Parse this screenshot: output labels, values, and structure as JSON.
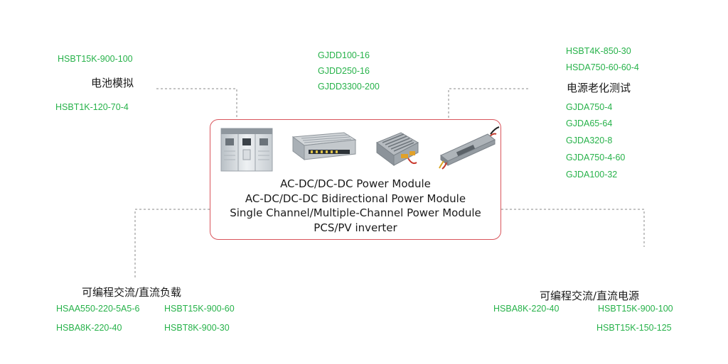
{
  "center": {
    "lines": [
      "AC-DC/DC-DC Power Module",
      "AC-DC/DC-DC Bidirectional Power Module",
      "Single Channel/Multiple-Channel Power Module",
      "PCS/PV inverter"
    ],
    "products": [
      "cabinet-unit",
      "power-supply-module",
      "charger-module",
      "led-driver-module"
    ]
  },
  "battery_sim": {
    "title": "电池模拟",
    "models": [
      "HSBT15K-900-100",
      "HSBT1K-120-70-4"
    ]
  },
  "gjdd": {
    "models": [
      "GJDD100-16",
      "GJDD250-16",
      "GJDD3300-200"
    ]
  },
  "aging_test": {
    "title": "电源老化测试",
    "models_top": [
      "HSBT4K-850-30",
      "HSDA750-60-60-4"
    ],
    "models_bottom": [
      "GJDA750-4",
      "GJDA65-64",
      "GJDA320-8",
      "GJDA750-4-60",
      "GJDA100-32"
    ]
  },
  "ac_dc_load": {
    "title": "可编程交流/直流负载",
    "models_left": [
      "HSAA550-220-5A5-6",
      "HSBA8K-220-40"
    ],
    "models_right": [
      "HSBT15K-900-60",
      "HSBT8K-900-30"
    ]
  },
  "ac_dc_source": {
    "title": "可编程交流/直流电源",
    "models_left": [
      "HSBA8K-220-40"
    ],
    "models_right": [
      "HSBT15K-900-100",
      "HSBT15K-150-125"
    ]
  },
  "colors": {
    "model_green": "#27b24a",
    "box_border": "#d9545b",
    "connector": "#8a8a8a"
  }
}
